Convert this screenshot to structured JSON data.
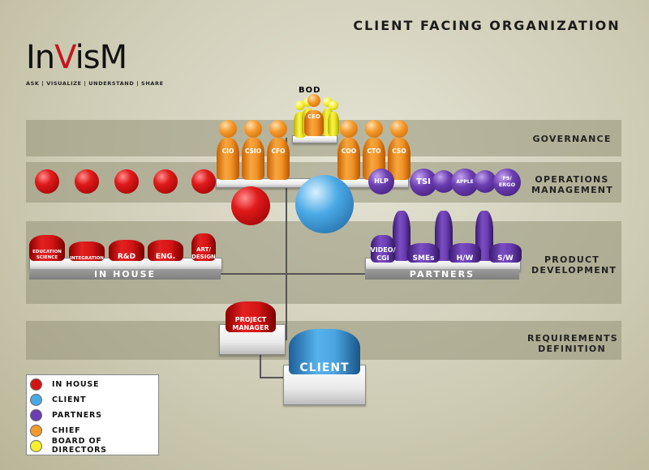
{
  "title": "CLIENT FACING ORGANIZATION",
  "logo": {
    "part1": "In",
    "v": "V",
    "part2": "isM",
    "tagline": "ASK | VISUALIZE | UNDERSTAND | SHARE"
  },
  "bands": [
    {
      "id": "governance",
      "label": "GOVERNANCE"
    },
    {
      "id": "operations",
      "label": "OPERATIONS MANAGEMENT"
    },
    {
      "id": "product",
      "label": "PRODUCT DEVELOPMENT"
    },
    {
      "id": "requirements",
      "label": "REQUIREMENTS DEFINITION"
    }
  ],
  "bod": {
    "label": "BOD",
    "ceo": "CEO"
  },
  "chiefs_left": [
    "CIO",
    "CSIO",
    "CFO"
  ],
  "chiefs_right": [
    "COO",
    "CTO",
    "CSO"
  ],
  "in_house": {
    "label": "IN HOUSE",
    "members": [
      "EDUCATION SCIENCE",
      "INTEGRATION",
      "R&D",
      "ENG.",
      "ART/ DESIGN"
    ]
  },
  "project_manager": "PROJECT MANAGER",
  "client": "CLIENT",
  "partners": {
    "label": "PARTNERS",
    "top_row": [
      "HLP",
      "TSI",
      "",
      "APPLE",
      "",
      "F9/ ERGO"
    ],
    "bottom_row": [
      "VIDEO/ CGI",
      "SMEs",
      "H/W",
      "S/W"
    ]
  },
  "legend": [
    {
      "label": "IN HOUSE",
      "color": "#d41414"
    },
    {
      "label": "CLIENT",
      "color": "#4aa9e5"
    },
    {
      "label": "PARTNERS",
      "color": "#6a3db0"
    },
    {
      "label": "CHIEF",
      "color": "#f59a2c"
    },
    {
      "label": "BOARD OF DIRECTORS",
      "color": "#f5ef2e"
    }
  ]
}
